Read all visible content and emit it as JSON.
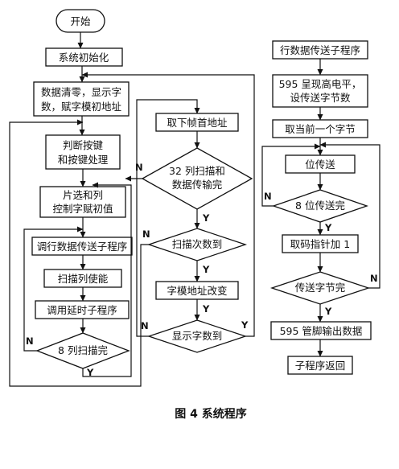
{
  "nodes": {
    "start": "开始",
    "init": "系统初始化",
    "clear": [
      "数据清零，显示字",
      "数，赋字模初地址"
    ],
    "key": [
      "判断按键",
      "和按键处理"
    ],
    "chipsel": [
      "片选和列",
      "控制字赋初值"
    ],
    "call_tx": "调行数据传送子程序",
    "scan_en": "扫描列使能",
    "call_delay": "调用延时子程序",
    "scan8": "8 列扫描完",
    "next_addr": "取下帧首地址",
    "scan32": [
      "32 列扫描和",
      "数据传输完"
    ],
    "scan_cnt": "扫描次数到",
    "font_addr": "字模地址改变",
    "disp_cnt": "显示字数到",
    "sub_title": "行数据传送子程序",
    "p595_high": [
      "595 呈现高电平，",
      "设传送字节数"
    ],
    "get_byte": "取当前一个字节",
    "bit_tx": "位传送",
    "bit8": "8 位传送完",
    "ptr_inc": "取码指针加 1",
    "bytes_done": "传送字节完",
    "p595_out": "595 管脚输出数据",
    "ret": "子程序返回"
  },
  "labels": {
    "yes": "Y",
    "no": "N"
  },
  "caption": "图 4    系统程序"
}
